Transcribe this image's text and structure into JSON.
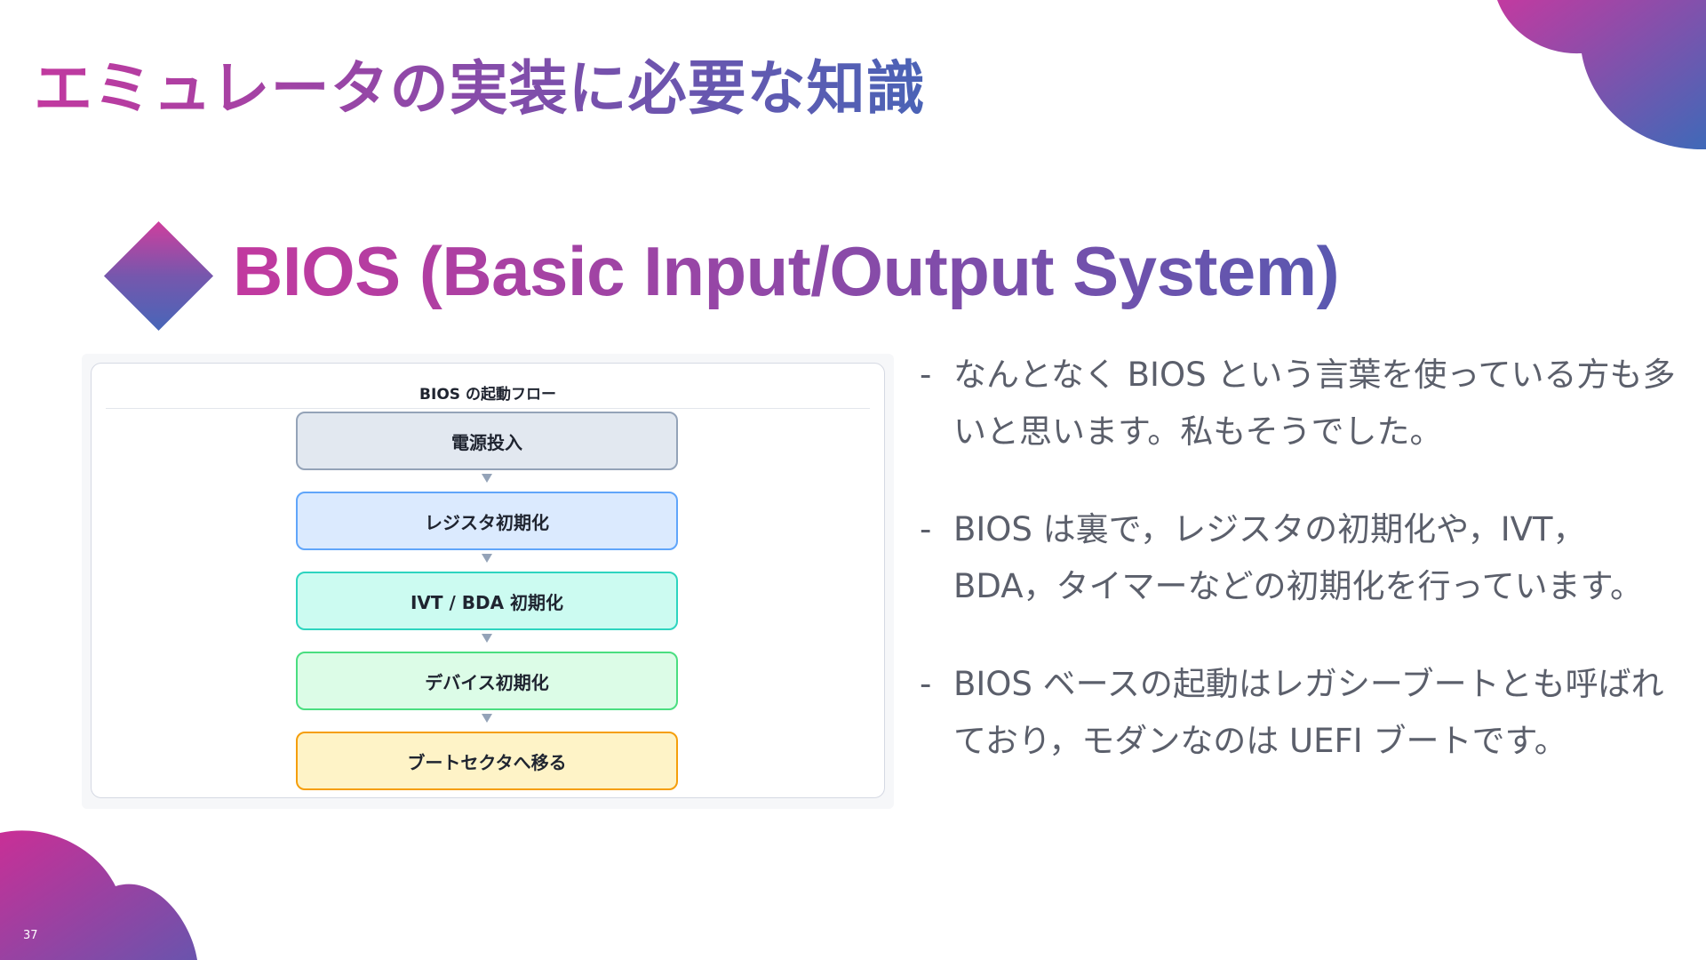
{
  "slide": {
    "title": "エミュレータの実装に必要な知識",
    "section_heading": "BIOS (Basic Input/Output System)",
    "page_number": "37"
  },
  "flow": {
    "title": "BIOS の起動フロー",
    "steps": [
      {
        "label": "電源投入",
        "fill": "#e2e8f0",
        "border": "#94a3b8"
      },
      {
        "label": "レジスタ初期化",
        "fill": "#dbeafe",
        "border": "#60a5fa"
      },
      {
        "label": "IVT / BDA 初期化",
        "fill": "#ccfbf1",
        "border": "#2dd4bf"
      },
      {
        "label": "デバイス初期化",
        "fill": "#dcfce7",
        "border": "#4ade80"
      },
      {
        "label": "ブートセクタへ移る",
        "fill": "#fef3c7",
        "border": "#f59e0b"
      }
    ]
  },
  "bullets": {
    "marker": "-",
    "items": [
      "なんとなく BIOS という言葉を使っている方も多いと思います。私もそうでした。",
      "BIOS は裏で，レジスタの初期化や，IVT，BDA，タイマーなどの初期化を行っています。",
      "BIOS ベースの起動はレガシーブートとも呼ばれており，モダンなのは UEFI ブートです。"
    ]
  },
  "colors": {
    "gradient_pink": "#c2399f",
    "gradient_blue": "#4a63b6",
    "body_text": "#5b5f6b"
  }
}
